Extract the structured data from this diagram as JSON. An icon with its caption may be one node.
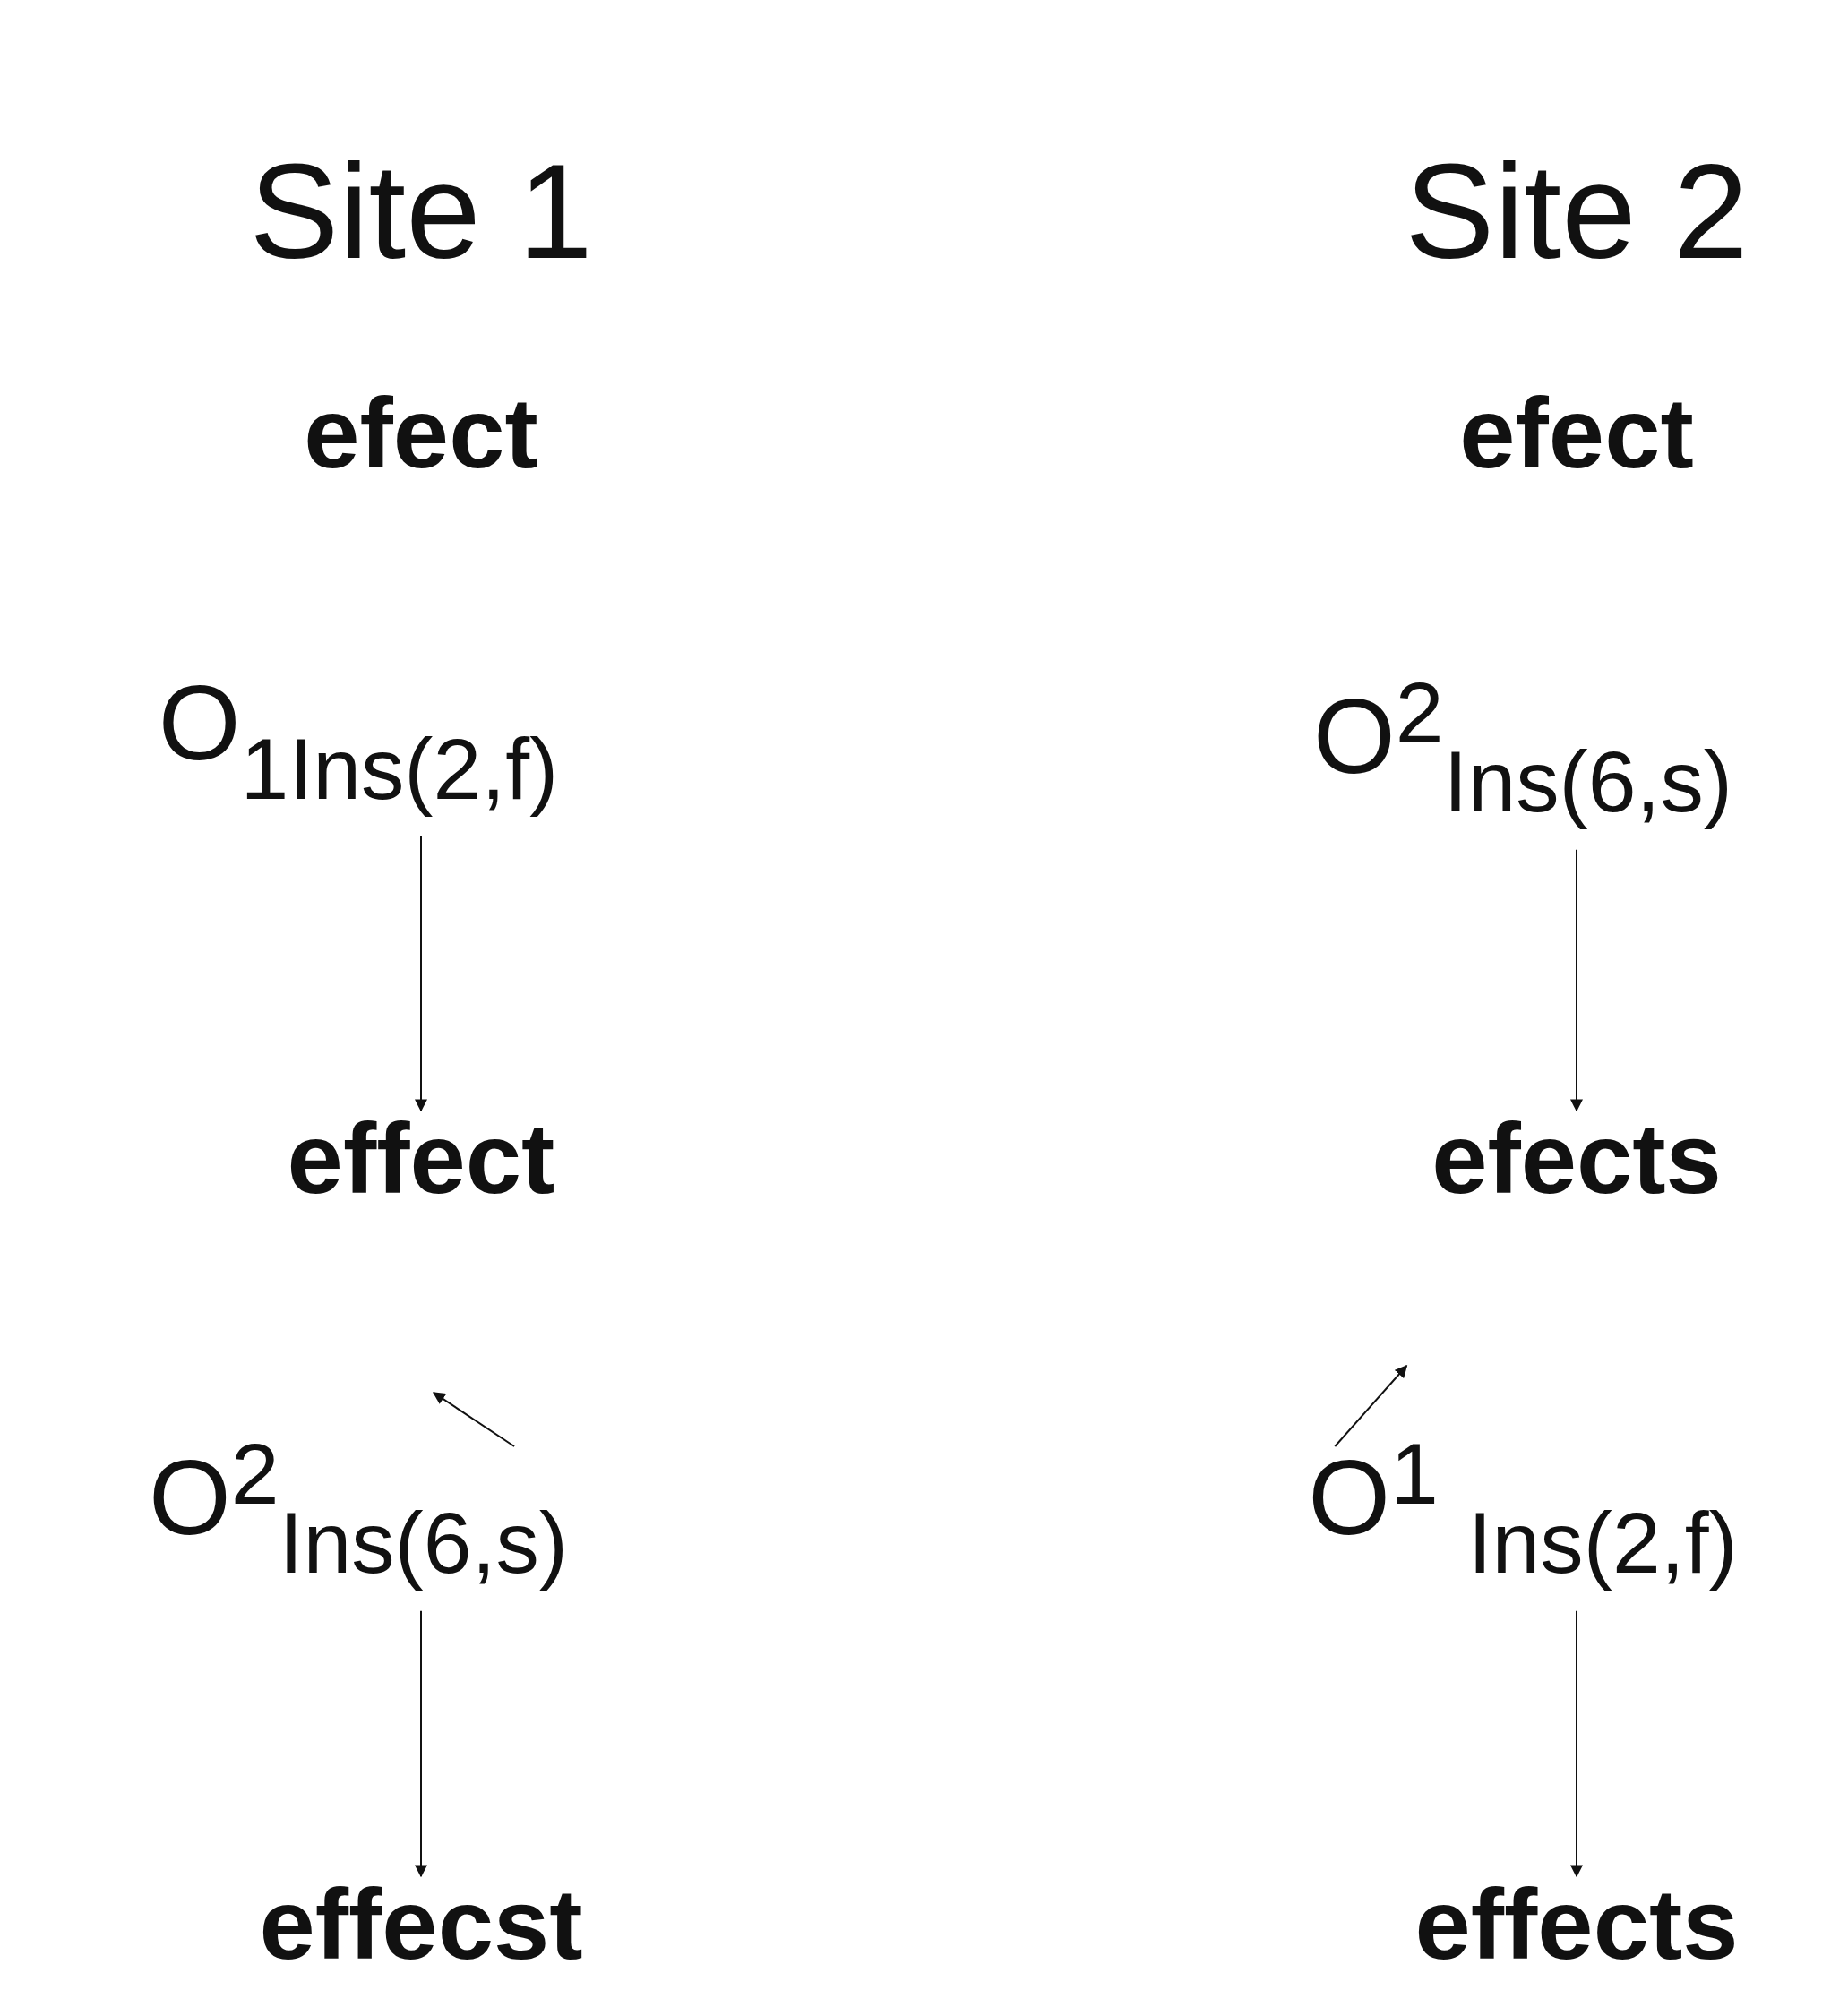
{
  "diagram": {
    "nodes": [
      {
        "text": [
          "efect"
        ]
      },
      {
        "text": [
          "efect"
        ]
      },
      {
        "text": [
          "O$_{1}$$_{Ins(2,f)}$"
        ]
      },
      {
        "text": [
          "O$^{2}$$_{Ins(6,s)}$"
        ]
      },
      {
        "text": [
          "effect"
        ]
      },
      {
        "text": [
          "efects"
        ]
      },
      {
        "text": [
          "O$^{2}$$_{Ins(6,s)}$"
        ]
      },
      {
        "text": [
          "O$^{1}$ $_{Ins(2,f)}$"
        ]
      },
      {
        "text": [
          "effecst"
        ]
      },
      {
        "text": [
          "effects"
        ]
      }
    ],
    "edges": [
      {
        "from": 2,
        "to": 4,
        "arrow": "to"
      },
      {
        "from": 3,
        "to": 5,
        "arrow": "to"
      },
      {
        "from": 6,
        "to": null,
        "arrow": "to"
      },
      {
        "from": 7,
        "to": null,
        "arrow": "to"
      },
      {
        "from": 6,
        "to": 8,
        "arrow": "to"
      },
      {
        "from": 7,
        "to": 9,
        "arrow": "to"
      }
    ],
    "labels": [
      "Site 1",
      "Site 2"
    ]
  }
}
